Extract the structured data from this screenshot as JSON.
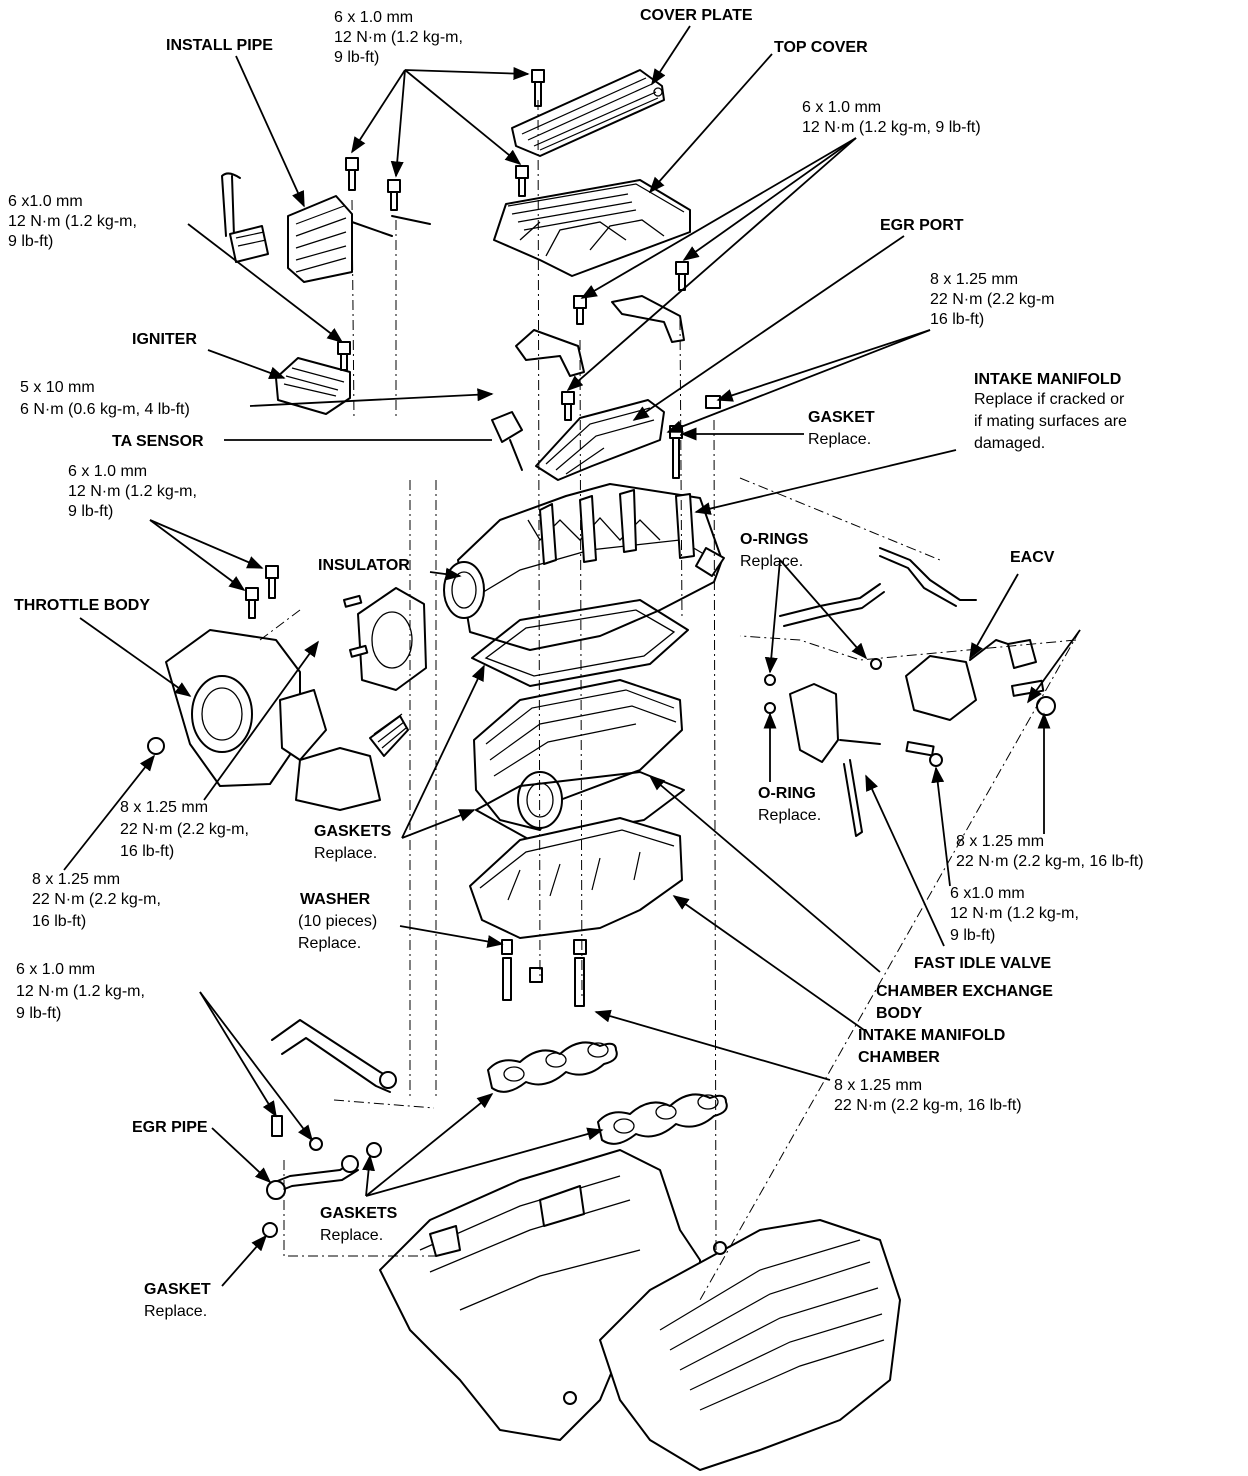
{
  "labels": {
    "bolt_top": [
      "6 x 1.0 mm",
      "12 N·m (1.2 kg-m,",
      "9 lb-ft)"
    ],
    "cover_plate": "COVER PLATE",
    "install_pipe": "INSTALL PIPE",
    "top_cover": "TOP COVER",
    "bolt_top_right": [
      "6 x 1.0 mm",
      "12 N·m (1.2 kg-m, 9 lb-ft)"
    ],
    "bolt_left": [
      "6 x1.0 mm",
      "12 N·m (1.2 kg-m,",
      "9 lb-ft)"
    ],
    "egr_port": "EGR PORT",
    "bolt_8x125_right": [
      "8 x 1.25 mm",
      "22 N·m (2.2 kg-m",
      "16 lb-ft)"
    ],
    "igniter": "IGNITER",
    "intake_manifold": "INTAKE MANIFOLD",
    "intake_manifold_note": [
      "Replace if cracked or",
      "if mating surfaces are",
      "damaged."
    ],
    "bolt_5x10": [
      "5 x 10 mm",
      "6 N·m (0.6 kg-m, 4 lb-ft)"
    ],
    "gasket_mid": "GASKET",
    "gasket_mid_note": "Replace.",
    "ta_sensor": "TA SENSOR",
    "bolt_throttle": [
      "6 x 1.0 mm",
      "12 N·m (1.2 kg-m,",
      "9 lb-ft)"
    ],
    "o_rings": "O-RINGS",
    "o_rings_note": "Replace.",
    "eacv": "EACV",
    "insulator": "INSULATOR",
    "throttle_body": "THROTTLE BODY",
    "o_ring": "O-RING",
    "o_ring_note": "Replace.",
    "bolt_8x125_mid": [
      "8 x 1.25 mm",
      "22 N·m (2.2 kg-m,",
      "16 lb-ft)"
    ],
    "gaskets_mid": "GASKETS",
    "gaskets_mid_note": "Replace.",
    "bolt_8x125_eacv": [
      "8 x 1.25 mm",
      "22 N·m (2.2 kg-m, 16 lb-ft)"
    ],
    "bolt_8x125_left": [
      "8 x 1.25 mm",
      "22 N·m (2.2 kg-m,",
      "16 lb-ft)"
    ],
    "bolt_fast_idle": [
      "6 x1.0 mm",
      "12 N·m (1.2 kg-m,",
      "9 lb-ft)"
    ],
    "washer": "WASHER",
    "washer_note": [
      "(10 pieces)",
      "Replace."
    ],
    "fast_idle_valve": "FAST IDLE VALVE",
    "chamber_exchange_body": [
      "CHAMBER EXCHANGE",
      "BODY"
    ],
    "bolt_egr": [
      "6 x 1.0 mm",
      "12 N·m (1.2 kg-m,",
      "9 lb-ft)"
    ],
    "intake_manifold_chamber": [
      "INTAKE MANIFOLD",
      "CHAMBER"
    ],
    "bolt_8x125_chamber": [
      "8 x 1.25 mm",
      "22 N·m (2.2 kg-m, 16 lb-ft)"
    ],
    "egr_pipe": "EGR PIPE",
    "gaskets_low": "GASKETS",
    "gaskets_low_note": "Replace.",
    "gasket_low": "GASKET",
    "gasket_low_note": "Replace."
  }
}
